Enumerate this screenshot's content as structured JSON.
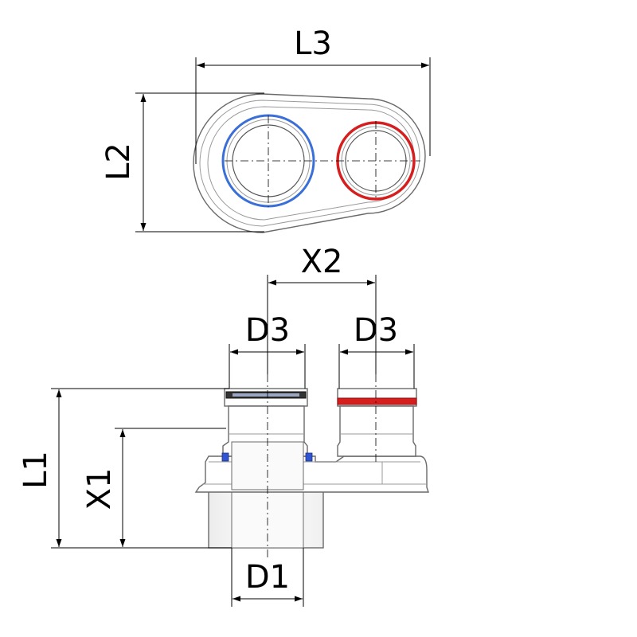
{
  "dimensions": {
    "L3": "L3",
    "L2": "L2",
    "X2": "X2",
    "D3_left": "D3",
    "D3_right": "D3",
    "L1": "L1",
    "X1": "X1",
    "D1": "D1"
  },
  "colors": {
    "cold_ring": "#3a6fd8",
    "hot_ring": "#d61e1e",
    "seal_black": "#222222",
    "clip_blue": "#2f55d4",
    "line": "#000000",
    "outline": "#6a6a6a"
  }
}
